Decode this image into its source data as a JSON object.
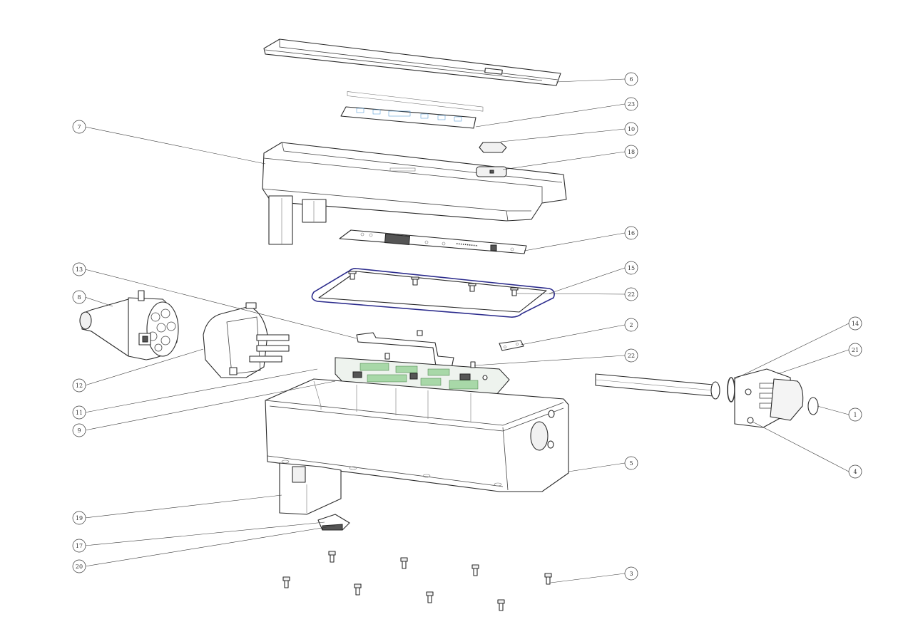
{
  "callouts": [
    {
      "id": "c6",
      "label": "6"
    },
    {
      "id": "c23",
      "label": "23"
    },
    {
      "id": "c7",
      "label": "7"
    },
    {
      "id": "c10",
      "label": "10"
    },
    {
      "id": "c18",
      "label": "18"
    },
    {
      "id": "c16",
      "label": "16"
    },
    {
      "id": "c13",
      "label": "13"
    },
    {
      "id": "c15",
      "label": "15"
    },
    {
      "id": "c8",
      "label": "8"
    },
    {
      "id": "c22a",
      "label": "22"
    },
    {
      "id": "c2",
      "label": "2"
    },
    {
      "id": "c14",
      "label": "14"
    },
    {
      "id": "c21",
      "label": "21"
    },
    {
      "id": "c12",
      "label": "12"
    },
    {
      "id": "c22b",
      "label": "22"
    },
    {
      "id": "c11",
      "label": "11"
    },
    {
      "id": "c9",
      "label": "9"
    },
    {
      "id": "c1",
      "label": "1"
    },
    {
      "id": "c4",
      "label": "4"
    },
    {
      "id": "c5",
      "label": "5"
    },
    {
      "id": "c19",
      "label": "19"
    },
    {
      "id": "c17",
      "label": "17"
    },
    {
      "id": "c20",
      "label": "20"
    },
    {
      "id": "c3",
      "label": "3"
    }
  ]
}
